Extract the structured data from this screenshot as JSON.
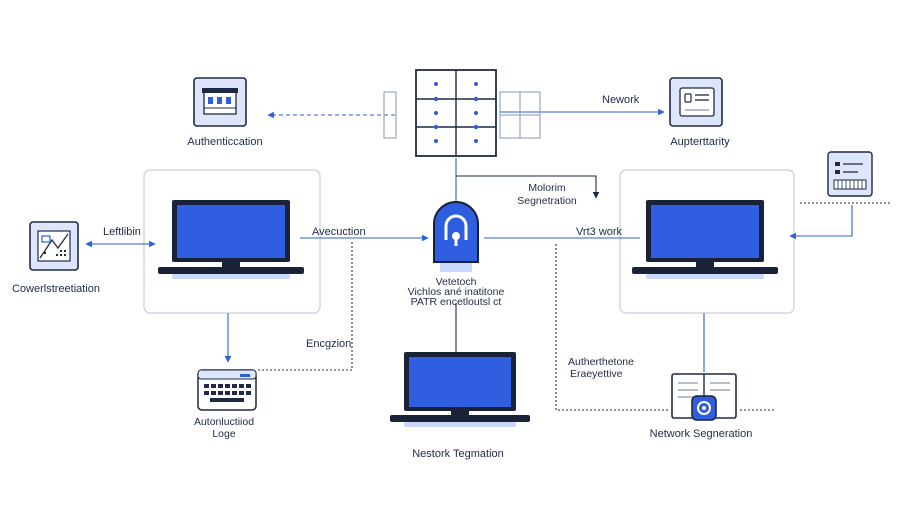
{
  "labels": {
    "auth_top_left": "Authenticcation",
    "network_top": "Nework",
    "auth_top_right": "Aupterttarity",
    "left_link": "Leftlibin",
    "left_device": "Cowerlstreetiation",
    "avecuction": "Avecuction",
    "molorim_line1": "Molorim",
    "molorim_line2": "Segnetration",
    "vrt3work": "Vrt3 work",
    "center_line1": "Vetetoch",
    "center_line2": "Vichlos ané inatitone",
    "center_line3": "PATR encetloutsl ct",
    "encryption": "Encgzion",
    "bottom_left_line1": "Autonluctiiod",
    "bottom_left_line2": "Loge",
    "bottom_center": "Nestork Tegmation",
    "right_mid_line1": "Autherthetone",
    "right_mid_line2": "Eraeyettive",
    "bottom_right": "Network Segneration"
  },
  "icons": [
    "building-icon",
    "server-rack-icon",
    "device-card-icon",
    "blueprint-icon",
    "lock-icon",
    "keyboard-card-icon",
    "keyboard-icon",
    "laptop-icon",
    "shield-book-icon"
  ],
  "colors": {
    "accent": "#2c5fd9",
    "screen": "#2f5ee0",
    "dark": "#1a2238",
    "icon_bg": "#dde6fb",
    "line": "#8a96b0",
    "box_border": "#c7cdd9"
  }
}
